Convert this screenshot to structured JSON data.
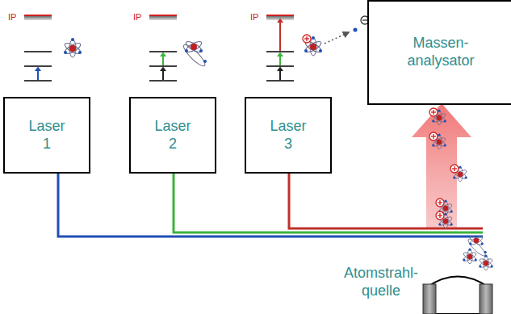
{
  "diagram": {
    "nodes": [
      {
        "text": [
          "Laser 1"
        ]
      },
      {
        "text": [
          "Laser 2"
        ]
      },
      {
        "text": [
          "Laser 3"
        ]
      },
      {
        "text": [
          "Massen- analysator"
        ]
      },
      {
        "text": [
          "Atomstrahl- quelle"
        ]
      }
    ],
    "labels": [
      "IP",
      "IP",
      "IP"
    ]
  }
}
